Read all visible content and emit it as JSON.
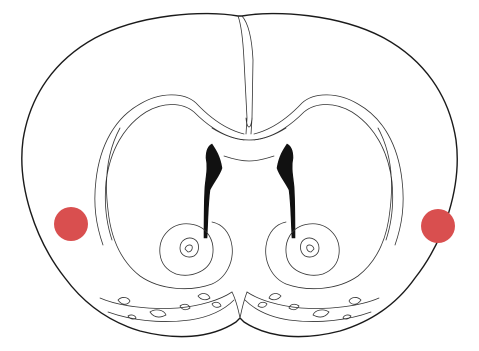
{
  "figure": {
    "kind": "coronal brain section line drawing",
    "background": "#ffffff",
    "line_color": "#1a1a1a",
    "ventricle_color": "#111111"
  },
  "markers": [
    {
      "side": "left",
      "color": "#d94f4f"
    },
    {
      "side": "right",
      "color": "#d94f4f"
    }
  ]
}
